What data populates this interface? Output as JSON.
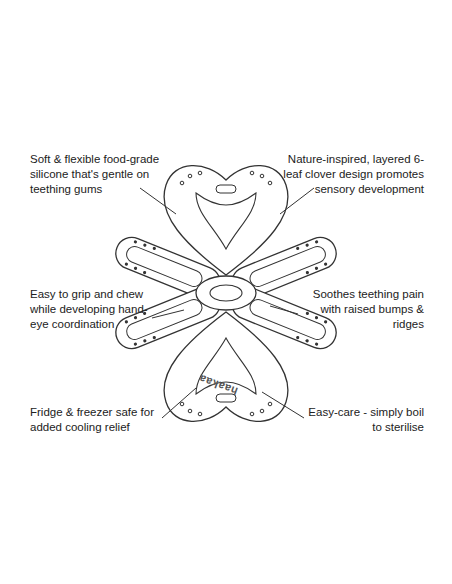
{
  "diagram": {
    "labels": [
      "Soft & flexible food-grade silicone that's gentle on teething gums",
      "Nature-inspired, layered 6-leaf clover design promotes sensory development",
      "Easy to grip and chew while developing hand-eye coordination",
      "Soothes teething pain with raised bumps & ridges",
      "Fridge & freezer safe for added cooling relief",
      "Easy-care - simply boil to sterilise",
      "haakaa"
    ]
  }
}
